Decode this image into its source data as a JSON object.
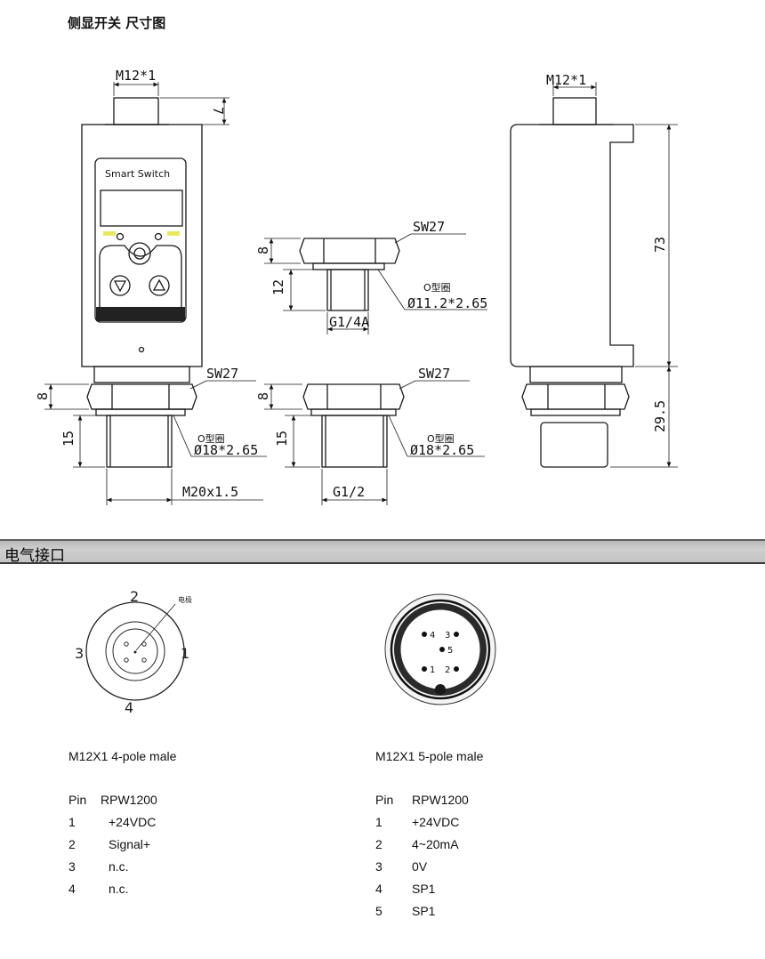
{
  "header": {
    "title": "侧显开关  尺寸图"
  },
  "section": {
    "title": "电气接口"
  },
  "drawing": {
    "labels": {
      "thread_top_left": "M12*1",
      "thread_top_right": "M12*1",
      "dim_7": "7",
      "display_text": "Smart Switch",
      "sw_left": "SW27",
      "sw_middle_top": "SW27",
      "sw_middle_bottom": "SW27",
      "dim_8_left": "8",
      "dim_8_mid_top": "8",
      "dim_8_mid_bottom": "8",
      "dim_15_left": "15",
      "dim_15_mid": "15",
      "dim_12": "12",
      "oring_left_label": "O型圈",
      "oring_left_size": "Ø18*2.65",
      "oring_mid_top_label": "O型圈",
      "oring_mid_top_size": "Ø11.2*2.65",
      "oring_mid_bottom_label": "O型圈",
      "oring_mid_bottom_size": "Ø18*2.65",
      "thread_m20": "M20x1.5",
      "thread_g14": "G1/4A",
      "thread_g12": "G1/2",
      "dim_73": "73",
      "dim_295": "29.5"
    }
  },
  "connectors": {
    "four_pole": {
      "pin_numbers": [
        "1",
        "2",
        "3",
        "4"
      ],
      "center_label": "电极",
      "title": "M12X1 4-pole male",
      "header": [
        "Pin",
        "RPW1200"
      ],
      "rows": [
        [
          "1",
          "+24VDC"
        ],
        [
          "2",
          "Signal+"
        ],
        [
          "3",
          "n.c."
        ],
        [
          "4",
          "n.c."
        ]
      ]
    },
    "five_pole": {
      "pin_numbers": [
        "4",
        "3",
        "5",
        "1",
        "2"
      ],
      "title": "M12X1 5-pole male",
      "header": [
        "Pin",
        "RPW1200"
      ],
      "rows": [
        [
          "1",
          "+24VDC"
        ],
        [
          "2",
          "4~20mA"
        ],
        [
          "3",
          "0V"
        ],
        [
          "4",
          "SP1"
        ],
        [
          "5",
          "SP1"
        ]
      ]
    }
  }
}
